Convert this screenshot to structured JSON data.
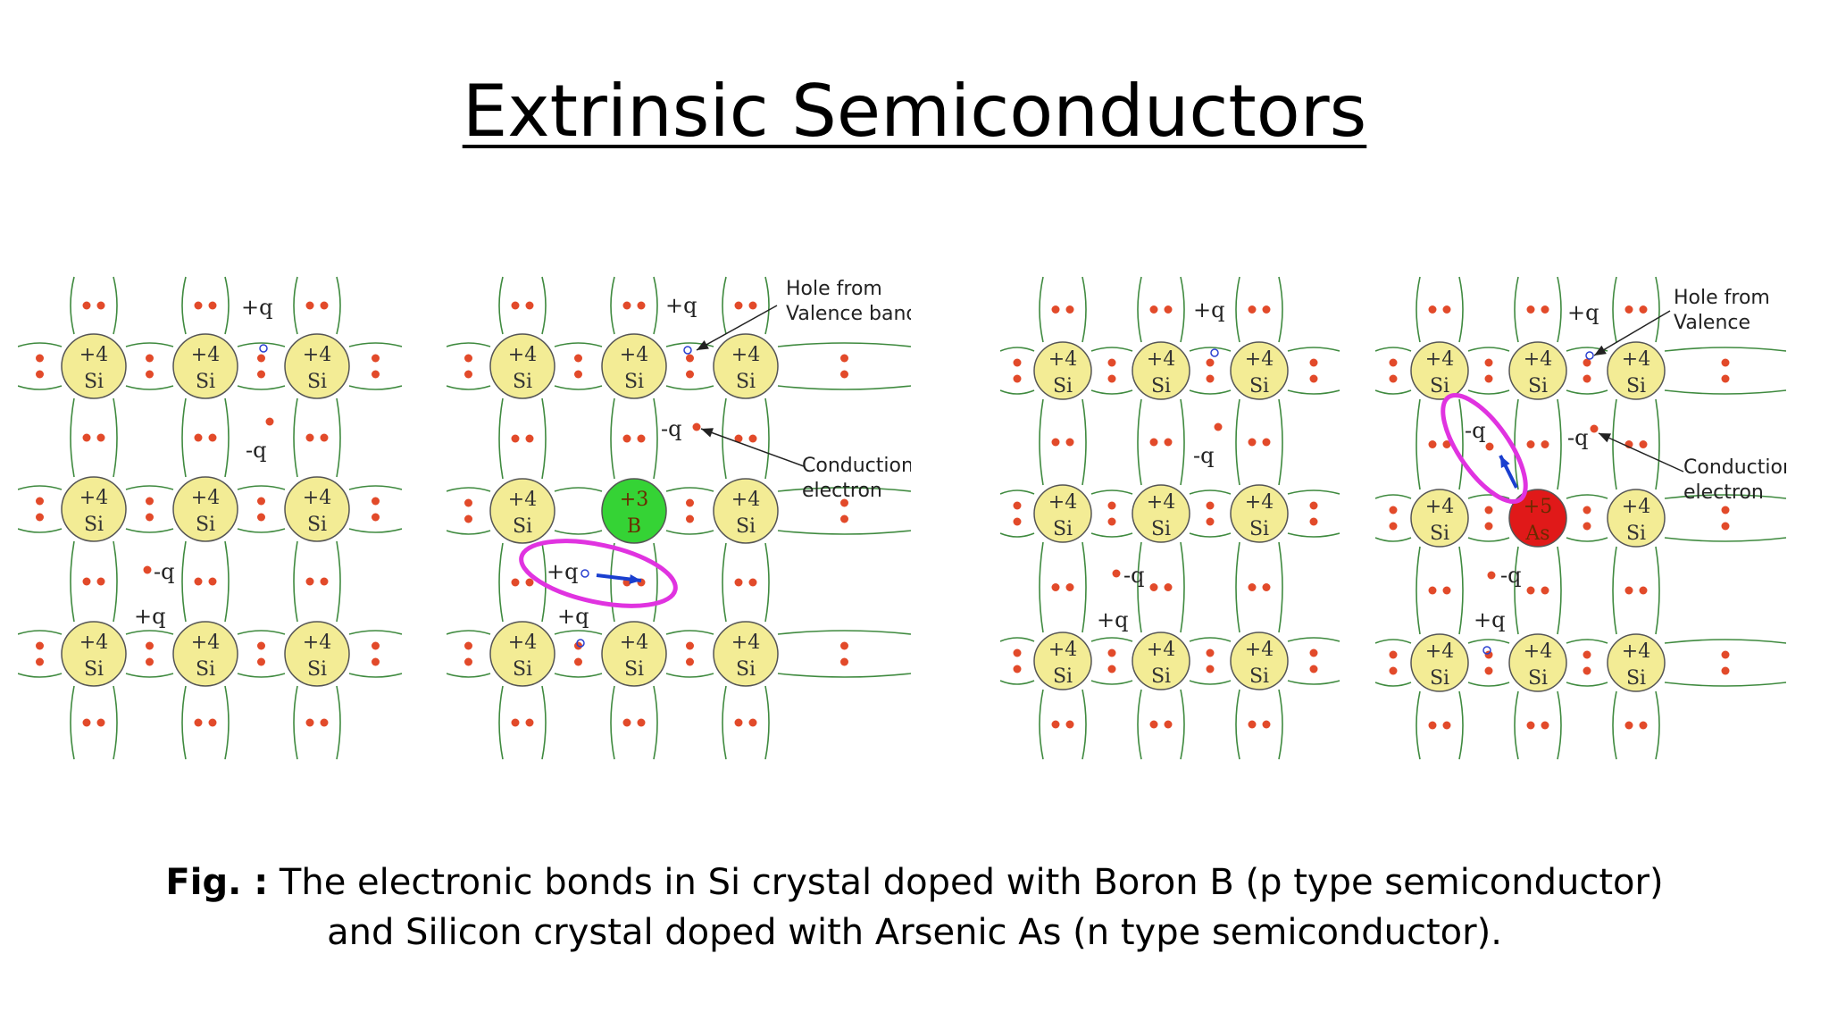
{
  "slide": {
    "title": "Extrinsic Semiconductors",
    "caption_prefix": "Fig. :",
    "caption_line1": " The electronic bonds in Si crystal doped with Boron B (p type semiconductor)",
    "caption_line2": "and Silicon crystal doped with Arsenic As (n type semiconductor)."
  },
  "colors": {
    "atom_fill": "#f3ec95",
    "atom_stroke": "#555555",
    "bond": "#3f8a3f",
    "electron": "#e24a2a",
    "boron": "#35d335",
    "arsenic": "#e01919",
    "hole": "#2a40d0",
    "highlight": "#e033e0",
    "arrow": "#1a3fcf"
  },
  "atom": {
    "charge": "+4",
    "symbol": "Si"
  },
  "diagrams": [
    {
      "id": "pure-1",
      "charge_labels": [
        "+q",
        "-q",
        "-q",
        "+q"
      ],
      "annotations": []
    },
    {
      "id": "p-type",
      "dopant": {
        "charge": "+3",
        "symbol": "B"
      },
      "charge_labels": [
        "+q",
        "-q",
        "+q",
        "+q"
      ],
      "annotations": [
        {
          "line1": "Hole from",
          "line2": "Valence band"
        },
        {
          "line1": "Conduction",
          "line2": "electron"
        }
      ]
    },
    {
      "id": "pure-2",
      "charge_labels": [
        "+q",
        "-q",
        "-q",
        "+q"
      ],
      "annotations": []
    },
    {
      "id": "n-type",
      "dopant": {
        "charge": "+5",
        "symbol": "As"
      },
      "charge_labels": [
        "+q",
        "-q",
        "-q",
        "+q",
        "-q"
      ],
      "annotations": [
        {
          "line1": "Hole from",
          "line2": "Valence"
        },
        {
          "line1": "Conduction",
          "line2": "electron"
        }
      ]
    }
  ]
}
